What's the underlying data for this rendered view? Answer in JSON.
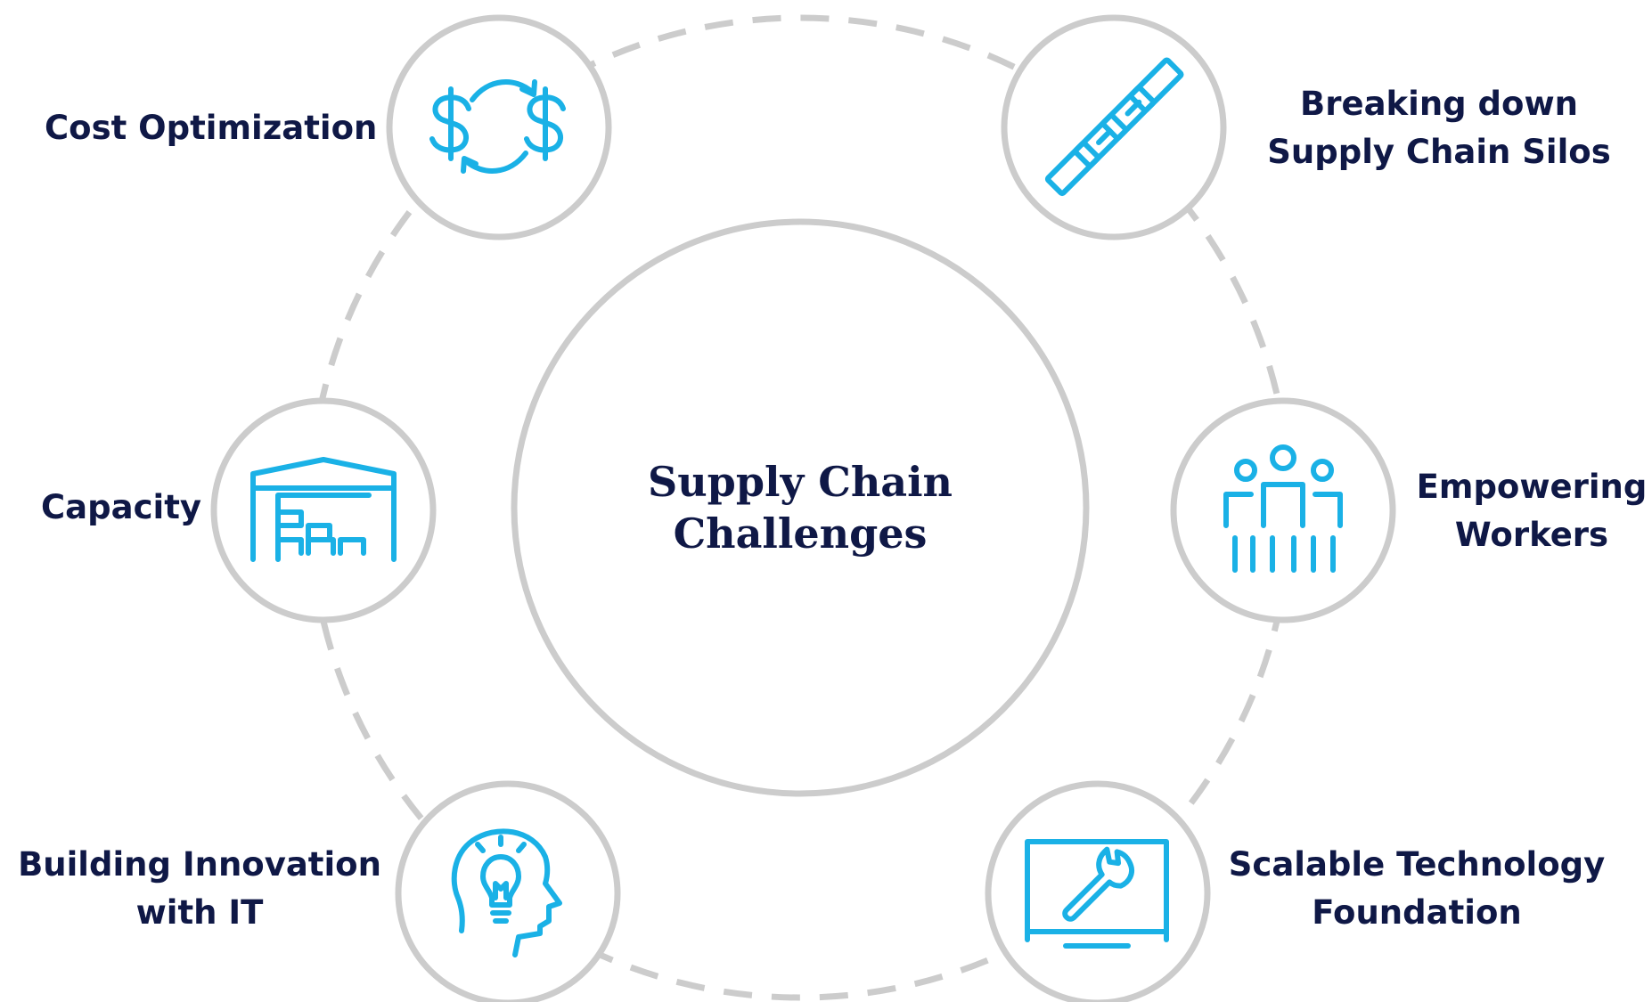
{
  "colors": {
    "label_text": "#0f1846",
    "icon": "#1ab1e6",
    "ring": "#cccccc",
    "dashed_ring": "#cccccc",
    "background": "#ffffff"
  },
  "center": {
    "title_line1": "Supply Chain",
    "title_line2": "Challenges"
  },
  "nodes": [
    {
      "id": "cost-optimization",
      "icon": "dollar-exchange-icon",
      "lines": [
        "Cost Optimization"
      ]
    },
    {
      "id": "breaking-silos",
      "icon": "chain-link-icon",
      "lines": [
        "Breaking down",
        "Supply Chain Silos"
      ]
    },
    {
      "id": "capacity",
      "icon": "warehouse-icon",
      "lines": [
        "Capacity"
      ]
    },
    {
      "id": "empowering-workers",
      "icon": "people-group-icon",
      "lines": [
        "Empowering",
        "Workers"
      ]
    },
    {
      "id": "building-innovation",
      "icon": "lightbulb-head-icon",
      "lines": [
        "Building Innovation",
        "with IT"
      ]
    },
    {
      "id": "scalable-technology",
      "icon": "monitor-wrench-icon",
      "lines": [
        "Scalable Technology",
        "Foundation"
      ]
    }
  ]
}
